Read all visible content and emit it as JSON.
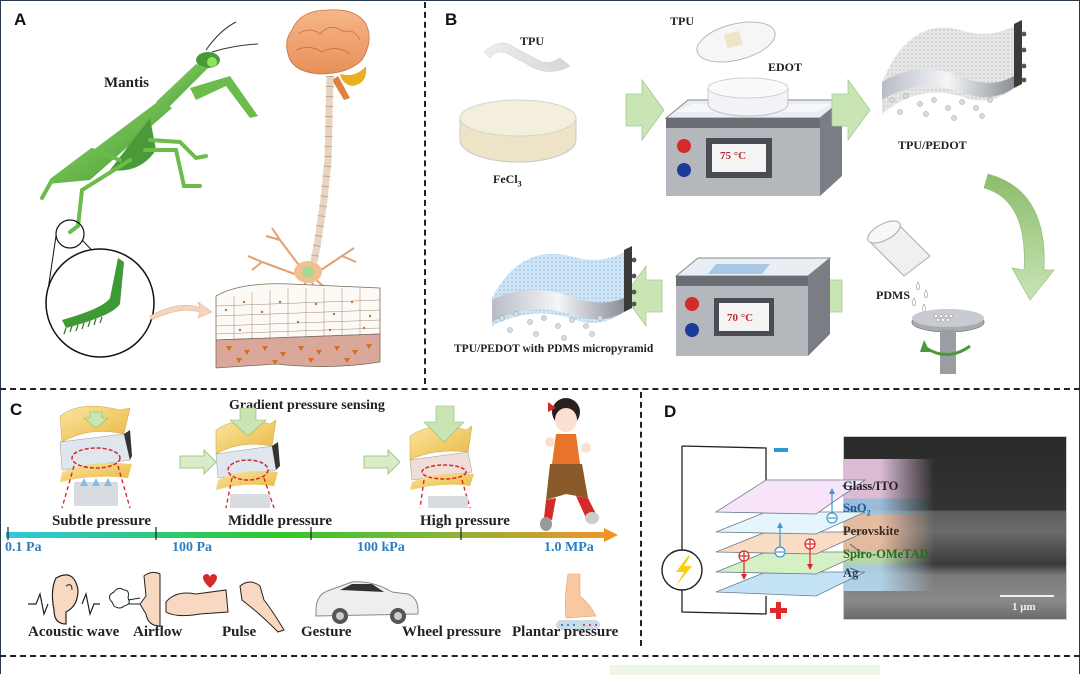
{
  "figure": {
    "panels": [
      "A",
      "B",
      "C",
      "D"
    ]
  },
  "panel_a": {
    "letter": "A",
    "mantis_label": "Mantis"
  },
  "panel_b": {
    "letter": "B",
    "tpu_film_label": "TPU",
    "fecl3_label": "FeCl",
    "fecl3_sub": "3",
    "tpu_lid_label": "TPU",
    "edot_label": "EDOT",
    "hotplate1_temp": "75 °C",
    "tpu_pedot_label": "TPU/PEDOT",
    "pdms_label": "PDMS",
    "hotplate2_temp": "70 °C",
    "final_label": "TPU/PEDOT with PDMS micropyramid",
    "colors": {
      "arrow": "#c9e5b4",
      "hotplate": "#a9acb0",
      "display": "#c0282d"
    }
  },
  "panel_c": {
    "letter": "C",
    "title": "Gradient pressure sensing",
    "stages": [
      "Subtle pressure",
      "Middle pressure",
      "High pressure"
    ],
    "axis_ticks": [
      "0.1 Pa",
      "100 Pa",
      "100 kPa",
      "1.0 MPa"
    ],
    "applications": [
      "Acoustic wave",
      "Airflow",
      "Pulse",
      "Gesture",
      "Wheel pressure",
      "Plantar pressure"
    ],
    "colors": {
      "axis_start": "#30c8e0",
      "axis_mid": "#2ec82a",
      "axis_end": "#f0942a",
      "tick_text": "#2a7fc0"
    }
  },
  "panel_d": {
    "letter": "D",
    "minus_sign": "−",
    "plus_sign": "+",
    "layers": [
      {
        "name": "Glass/ITO",
        "sub": "",
        "color": "#222222"
      },
      {
        "name": "SnO",
        "sub": "2",
        "color": "#1c5a9a"
      },
      {
        "name": "Perovskite",
        "sub": "",
        "color": "#3a2a20"
      },
      {
        "name": "Spiro-OMeTAD",
        "sub": "",
        "color": "#2a6a1a"
      },
      {
        "name": "Ag",
        "sub": "",
        "color": "#2a3a5a"
      }
    ],
    "scale_bar": "1 μm"
  }
}
